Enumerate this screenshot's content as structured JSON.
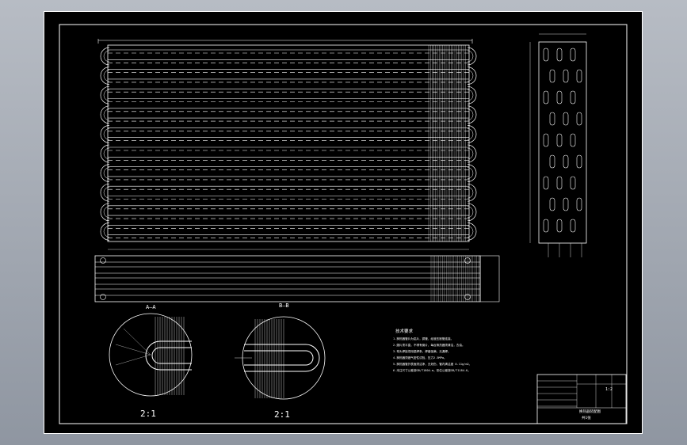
{
  "views": {
    "section_a_label": "A—A",
    "section_b_label": "B—B",
    "scale_label_a": "2:1",
    "scale_label_b": "2:1"
  },
  "notes": {
    "heading": "技术要求",
    "lines": [
      "1.换热器管片为铝片，铜管，经液压胀管连接。",
      "2.翅片须平直，不得有倒片，每台换热器须清洁，去油。",
      "3.弯头焊接须用银焊条，焊缝饱满，无漏焊。",
      "4.换热器须做气密性试验，压力2.5MPa。",
      "5.换热器管外表面须洁净，无划伤，管内清洁度 0.11g/m2。",
      "6.未注尺寸公差按GB/T1804-m，形位公差按GB/T1184-K。"
    ]
  },
  "title_block": {
    "title": "换热器装配图",
    "scale": "1:2",
    "sheet": "共1张"
  },
  "colors": {
    "sheet": "#000000",
    "line": "#ffffff",
    "dim": "#cfcfcf"
  }
}
